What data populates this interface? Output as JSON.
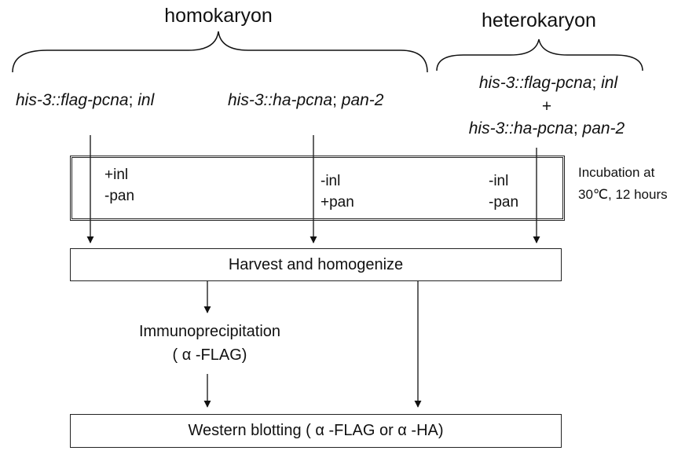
{
  "headers": {
    "homokaryon": "homokaryon",
    "heterokaryon": "heterokaryon"
  },
  "genotypes": {
    "homo_1": {
      "locus": "his-3::flag-pcna",
      "sep": ";",
      "marker": "inl"
    },
    "homo_2": {
      "locus": "his-3::ha-pcna",
      "sep": ";",
      "marker": "pan-2"
    },
    "hetero_1": {
      "locus": "his-3::flag-pcna",
      "sep": ";",
      "marker": "inl"
    },
    "hetero_plus": "+",
    "hetero_2": {
      "locus": "his-3::ha-pcna",
      "sep": ";",
      "marker": "pan-2"
    }
  },
  "conditions": [
    {
      "line1": "+inl",
      "line2": "-pan"
    },
    {
      "line1": "-inl",
      "line2": "+pan"
    },
    {
      "line1": "-inl",
      "line2": "-pan"
    }
  ],
  "incubation": {
    "line1": "Incubation at",
    "line2": "30℃, 12 hours"
  },
  "steps": {
    "harvest": "Harvest and homogenize",
    "ip_line1": "Immunoprecipitation",
    "ip_line2": "( α -FLAG)",
    "western": "Western blotting ( α -FLAG or  α -HA)"
  }
}
